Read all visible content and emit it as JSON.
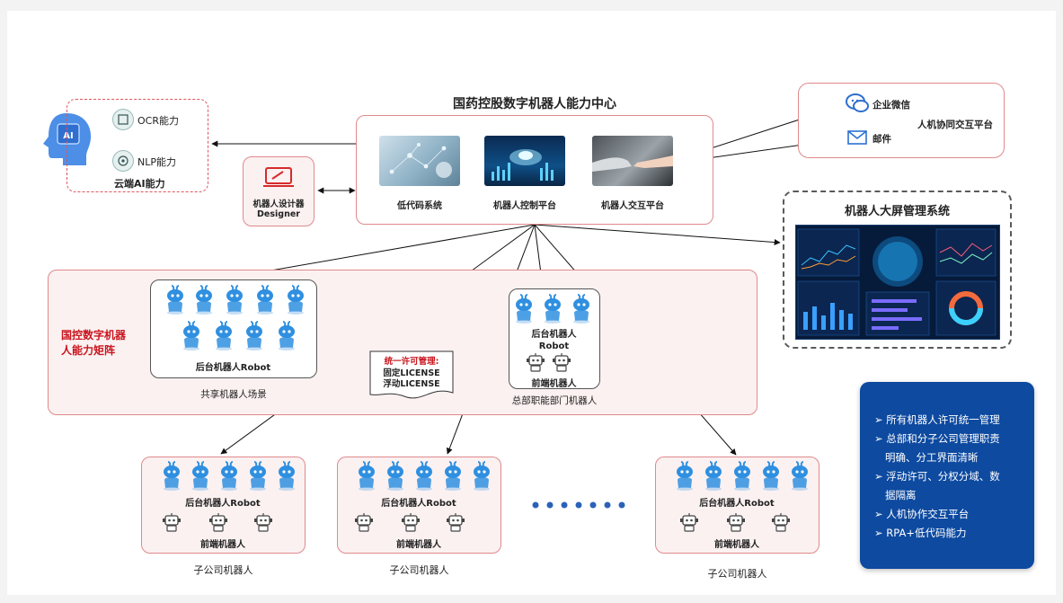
{
  "center": {
    "title": "国药控股数字机器人能力中心",
    "modules": [
      {
        "label": "低代码系统"
      },
      {
        "label": "机器人控制平台"
      },
      {
        "label": "机器人交互平台"
      }
    ]
  },
  "ai": {
    "icon_text": "AI",
    "ocr": "OCR能力",
    "nlp": "NLP能力",
    "caption": "云端AI能力"
  },
  "designer": {
    "line1": "机器人设计器",
    "line2": "Designer"
  },
  "collab": {
    "wechat": "企业微信",
    "mail": "邮件",
    "caption": "人机协同交互平台"
  },
  "dashboard": {
    "title": "机器人大屏管理系统"
  },
  "matrix": {
    "label_line1": "国控数字机器",
    "label_line2": "人能力矩阵",
    "shared_robot_label": "后台机器人Robot",
    "shared_caption": "共享机器人场景",
    "license_title": "统一许可管理:",
    "license_fixed": "固定LICENSE",
    "license_float": "浮动LICENSE",
    "hq_robot_line1": "后台机器人",
    "hq_robot_line2": "Robot",
    "hq_front": "前端机器人",
    "hq_caption": "总部职能部门机器人"
  },
  "subsidiaries": [
    {
      "robot_label": "后台机器人Robot",
      "front_label": "前端机器人",
      "caption": "子公司机器人"
    },
    {
      "robot_label": "后台机器人Robot",
      "front_label": "前端机器人",
      "caption": "子公司机器人"
    },
    {
      "robot_label": "后台机器人Robot",
      "front_label": "前端机器人",
      "caption": "子公司机器人"
    }
  ],
  "features": [
    "➢ 所有机器人许可统一管理",
    "➢ 总部和分子公司管理职责",
    "明确、分工界面清晰",
    "➢ 浮动许可、分权分域、数",
    "据隔离",
    "➢ 人机协作交互平台",
    "➢ RPA+低代码能力"
  ],
  "colors": {
    "accent_red": "#e0898c",
    "label_red": "#c9151e",
    "panel_blue": "#0d4aa0",
    "robot_blue": "#2f8fe0"
  }
}
